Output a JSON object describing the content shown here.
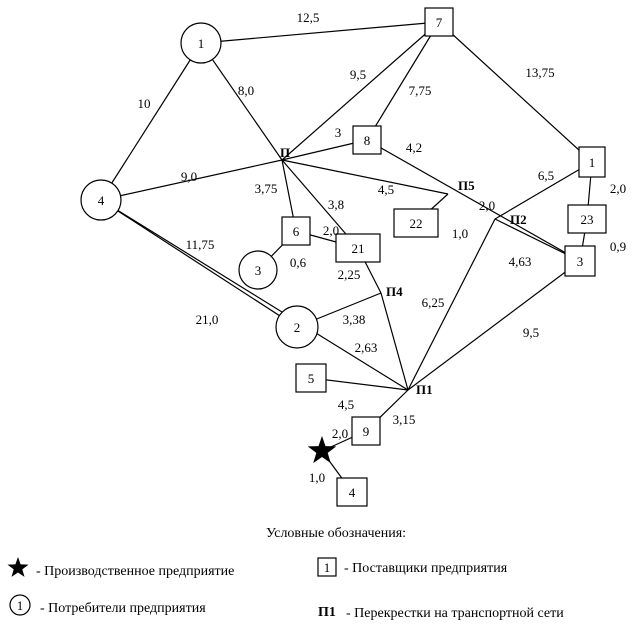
{
  "colors": {
    "stroke": "#000000",
    "background": "#ffffff"
  },
  "nodes": [
    {
      "id": "c1",
      "kind": "consumer",
      "label": "1"
    },
    {
      "id": "c4",
      "kind": "consumer",
      "label": "4"
    },
    {
      "id": "c3",
      "kind": "consumer",
      "label": "3"
    },
    {
      "id": "c2",
      "kind": "consumer",
      "label": "2"
    },
    {
      "id": "s7",
      "kind": "supplier",
      "label": "7"
    },
    {
      "id": "s8",
      "kind": "supplier",
      "label": "8"
    },
    {
      "id": "s6",
      "kind": "supplier",
      "label": "6"
    },
    {
      "id": "s21",
      "kind": "supplier",
      "label": "21"
    },
    {
      "id": "s22",
      "kind": "supplier",
      "label": "22"
    },
    {
      "id": "s1",
      "kind": "supplier",
      "label": "1"
    },
    {
      "id": "s23",
      "kind": "supplier",
      "label": "23"
    },
    {
      "id": "s3",
      "kind": "supplier",
      "label": "3"
    },
    {
      "id": "s5",
      "kind": "supplier",
      "label": "5"
    },
    {
      "id": "s9",
      "kind": "supplier",
      "label": "9"
    },
    {
      "id": "s4",
      "kind": "supplier",
      "label": "4"
    },
    {
      "id": "p1",
      "kind": "crossroad",
      "label": "П1"
    },
    {
      "id": "p2",
      "kind": "crossroad",
      "label": "П2"
    },
    {
      "id": "p3",
      "kind": "crossroad",
      "label": "П"
    },
    {
      "id": "p4",
      "kind": "crossroad",
      "label": "П4"
    },
    {
      "id": "p5",
      "kind": "crossroad",
      "label": "П5"
    },
    {
      "id": "plant",
      "kind": "plant",
      "label": ""
    }
  ],
  "edges": [
    {
      "from": "c1",
      "to": "s7",
      "label": "12,5"
    },
    {
      "from": "c1",
      "to": "c4",
      "label": "10"
    },
    {
      "from": "c1",
      "to": "p3",
      "label": "8,0"
    },
    {
      "from": "s7",
      "to": "p3",
      "label": "9,5"
    },
    {
      "from": "s7",
      "to": "s8",
      "label": "7,75"
    },
    {
      "from": "s7",
      "to": "s1",
      "label": "13,75"
    },
    {
      "from": "p3",
      "to": "s8",
      "label": "3"
    },
    {
      "from": "s8",
      "to": "s3",
      "label": "4,2"
    },
    {
      "from": "c4",
      "to": "p3",
      "label": "9,0"
    },
    {
      "from": "p3",
      "to": "s6",
      "label": "3,75"
    },
    {
      "from": "p3",
      "to": "s21",
      "label": "3,8"
    },
    {
      "from": "p3",
      "to": "p5",
      "label": "4,5"
    },
    {
      "from": "s22",
      "to": "p5",
      "label": "1,0"
    },
    {
      "from": "s6",
      "to": "s21",
      "label": "2,0"
    },
    {
      "from": "s6",
      "to": "c3",
      "label": "0,6"
    },
    {
      "from": "s21",
      "to": "p4",
      "label": "2,25"
    },
    {
      "from": "c4",
      "to": "c2",
      "label": "11,75"
    },
    {
      "from": "c4",
      "to": "p1",
      "label": "21,0"
    },
    {
      "from": "c2",
      "to": "p4",
      "label": "3,38"
    },
    {
      "from": "p4",
      "to": "p1",
      "label": "2,63"
    },
    {
      "from": "p2",
      "to": "s1",
      "label": "6,5"
    },
    {
      "from": "p2",
      "to": "p1",
      "label": "6,25"
    },
    {
      "from": "s1",
      "to": "s23",
      "label": "2,0"
    },
    {
      "from": "s23",
      "to": "s3",
      "label": "0,9"
    },
    {
      "from": "s3",
      "to": "p1",
      "label": "9,5"
    },
    {
      "from": "p2",
      "to": "s3",
      "label": "4,63"
    },
    {
      "from": "p1",
      "to": "s9",
      "label": "3,15"
    },
    {
      "from": "s5",
      "to": "p1",
      "label": "4,5"
    },
    {
      "from": "plant",
      "to": "s9",
      "label": "2,0"
    },
    {
      "from": "plant",
      "to": "s4",
      "label": "1,0"
    }
  ],
  "extra_labels": [
    "2,0"
  ],
  "legend": {
    "title": "Условные обозначения:",
    "plant": "- Производственное предприятие",
    "suppliers_symbol": "1",
    "suppliers": "- Поставщики предприятия",
    "consumers_symbol": "1",
    "consumers": "- Потребители предприятия",
    "crossroads_symbol": "П1",
    "crossroads": "- Перекрестки на транспортной сети"
  }
}
